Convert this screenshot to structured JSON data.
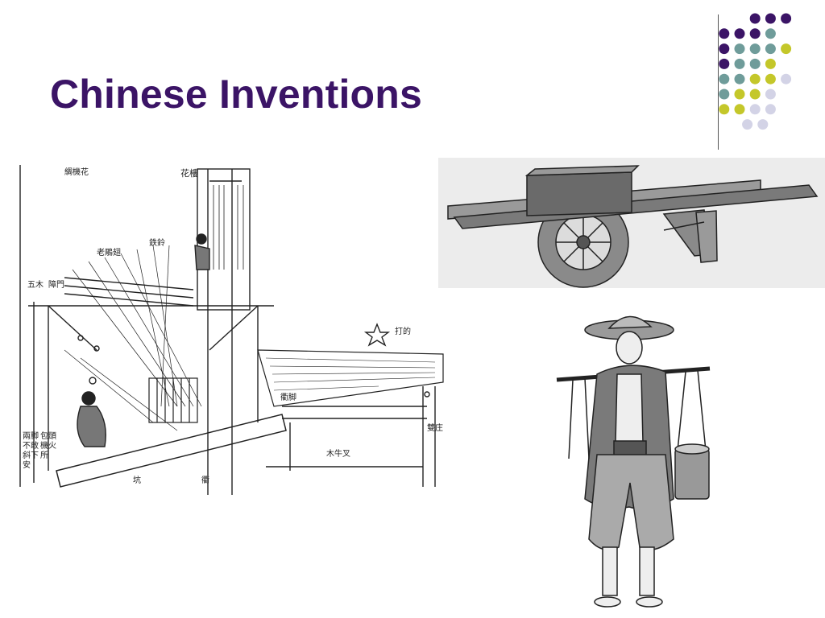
{
  "slide": {
    "title": "Chinese Inventions"
  },
  "decoration": {
    "dot_colors": {
      "purple": "#3b1466",
      "teal": "#6f9c9a",
      "olive": "#c4c72a",
      "lavender": "#d3d3e6"
    }
  },
  "illustrations": {
    "loom": {
      "labels": [
        "綢機花",
        "花樓",
        "鉄鈴",
        "老鵰翅",
        "五木",
        "障門",
        "打的",
        "衢脚",
        "雙庄",
        "木牛叉",
        "兩脚",
        "不敢",
        "斜下",
        "安",
        "包頭",
        "機火",
        "所",
        "坑",
        "衢"
      ]
    },
    "wheelbarrow": {},
    "porter": {}
  }
}
